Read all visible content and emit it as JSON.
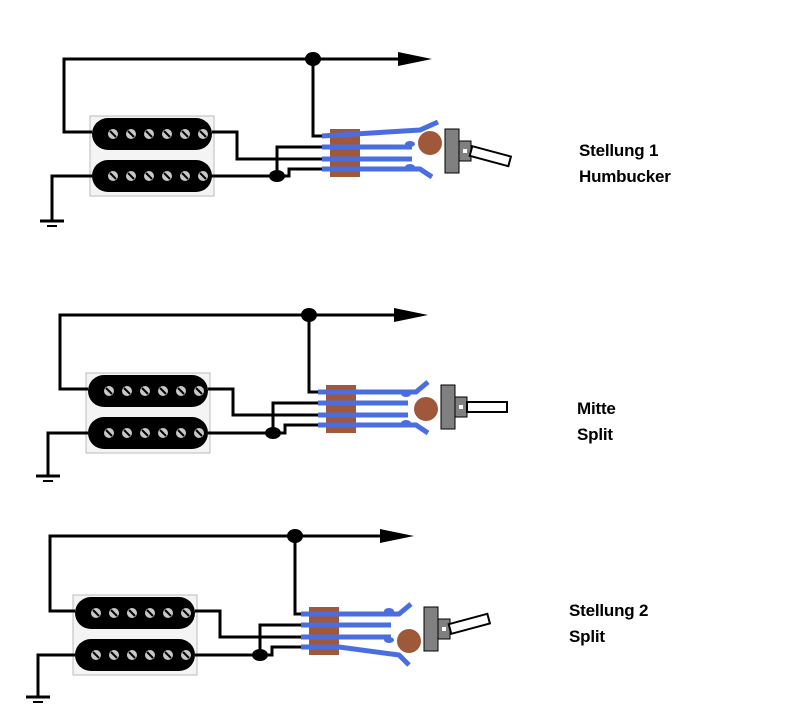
{
  "diagram": {
    "type": "humbucker coil-split wiring with 3-way toggle switch",
    "colors": {
      "wire": "#000000",
      "switch_contacts": "#4a6ee0",
      "switch_body": "#a0583a",
      "switch_knob": "#a0583a",
      "toggle_housing": "#808080",
      "pickup_body": "#000000",
      "pickup_pole": "#c8c8c8"
    },
    "panels": [
      {
        "id": "stellung-1",
        "position": "Stellung 1",
        "mode": "Humbucker",
        "label_lines": [
          "Stellung 1",
          "Humbucker"
        ],
        "toggle_state": "down",
        "pickup_poles_per_coil": 6,
        "coils": 2
      },
      {
        "id": "mitte",
        "position": "Mitte",
        "mode": "Split",
        "label_lines": [
          "Mitte",
          "Split"
        ],
        "toggle_state": "center",
        "pickup_poles_per_coil": 6,
        "coils": 2
      },
      {
        "id": "stellung-2",
        "position": "Stellung 2",
        "mode": "Split",
        "label_lines": [
          "Stellung 2",
          "Split"
        ],
        "toggle_state": "up",
        "pickup_poles_per_coil": 6,
        "coils": 2
      }
    ]
  }
}
